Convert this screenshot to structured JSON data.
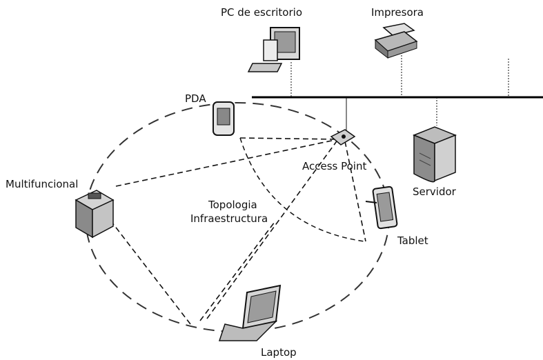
{
  "labels": {
    "pc": "PC de escritorio",
    "printer": "Impresora",
    "pda": "PDA",
    "access_point": "Access Point",
    "server": "Servidor",
    "multifunction": "Multifuncional",
    "topology_line1": "Topologia",
    "topology_line2": "Infraestructura",
    "tablet": "Tablet",
    "laptop": "Laptop"
  },
  "icons": [
    "desktop-pc-icon",
    "printer-icon",
    "pda-icon",
    "access-point-icon",
    "server-icon",
    "multifunction-printer-icon",
    "tablet-icon",
    "laptop-icon"
  ]
}
